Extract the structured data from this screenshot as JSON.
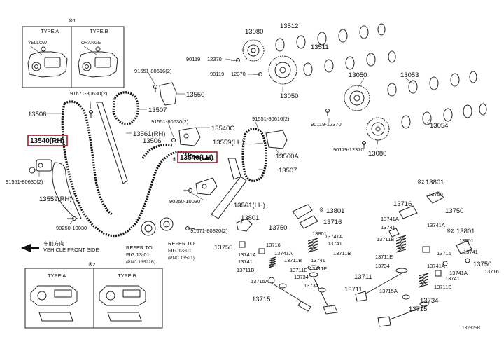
{
  "diagram": {
    "callouts": {
      "c13080_top": "13080",
      "c13512": "13512",
      "c13511": "13511",
      "c90119_a": "90119",
      "c12370_a": "12370",
      "c90119_b": "90119",
      "c12370_b": "12370",
      "c13050_a": "13050",
      "c91551_top": "91551-80616(2)",
      "c13550": "13550",
      "c91671": "91671-80630(2)",
      "c13507_top": "13507",
      "c13506_left": "13506",
      "c13561_rh": "13561(RH)",
      "c91551_mid": "91551-80630(2)",
      "c13506_mid": "13506",
      "c13540c": "13540C",
      "c13540_rh": "13540(RH)",
      "c13540_lh": "13540(LH)",
      "c91551_lh": "91551-80630(2)",
      "c13559_rh": "13559(RH)",
      "c90250_a": "90250-10030",
      "c90250_b": "90250-10030",
      "c91671_b": "91671-80820(2)",
      "c13561_lh": "13561(LH)",
      "c13801_a": "13801",
      "c91551_r": "91551-80616(2)",
      "c13559_lh": "13559(LH)",
      "c13560a": "13560A",
      "c13507_r": "13507",
      "c13050_b": "13050",
      "c13053": "13053",
      "c90119_c": "90119-12370",
      "c13054": "13054",
      "c90119_d": "90119-12370",
      "c13080_b": "13080",
      "c13801_b": "13801",
      "c13716_a": "13716",
      "c13750_a": "13750",
      "c13741a_a": "13741A",
      "c13741a_b": "13741A",
      "c13741_a": "13741",
      "c13801_c": "13801",
      "c13801_d": "13801",
      "c13716_b": "13716",
      "c13750_b": "13750",
      "c13741a_c": "13741A",
      "c13741_b": "13741",
      "c13711b_a": "13711B",
      "c13750_c": "13750",
      "c13716_c": "13716",
      "c13741a_d": "13741A",
      "c13741_c": "13741",
      "c13711b_b": "13711B",
      "c13711e_a": "13711E",
      "c13734_a": "13734",
      "c13715a_a": "13715A",
      "c13715_a": "13715",
      "c13741a_e": "13741A",
      "c13741_d": "13741",
      "c13711b_c": "13711B",
      "c13711e_b": "13711E",
      "c13734_b": "13734",
      "c13711_a": "13711",
      "c13716_d": "13716",
      "c13750_d": "13750",
      "c13741a_f": "13741A",
      "c13741_e": "13741",
      "c13711b_d": "13711B",
      "c13711e_c": "13711E",
      "c13734_c": "13734",
      "c13711_b": "13711",
      "c13715a_b": "13715A",
      "c13734_d": "13734",
      "c13715_b": "13715",
      "c13741a_g": "13741A",
      "c13741_f": "13741",
      "c13711b_e": "13711B",
      "c13801_e": "13801",
      "c13750_e": "13750",
      "c13716_e": "13716",
      "c13801_f": "13801"
    },
    "inset_top": {
      "mark": "※1",
      "type_a": "TYPE A",
      "type_b": "TYPE B",
      "color_a": "YELLOW",
      "color_b": "ORANGE"
    },
    "inset_bottom": {
      "mark": "※2",
      "type_a": "TYPE A",
      "type_b": "TYPE B"
    },
    "refer_1": [
      "REFER TO",
      "FIG 13-01",
      "(PNC 13522B)"
    ],
    "refer_2": [
      "REFER TO",
      "FIG 13-01",
      "(PNC 13521)"
    ],
    "front_label_cn": "车前方向",
    "front_label_en": "VEHICLE FRONT SIDE",
    "drawing_code": "132825B",
    "highlight_color": "#9b1b30"
  }
}
